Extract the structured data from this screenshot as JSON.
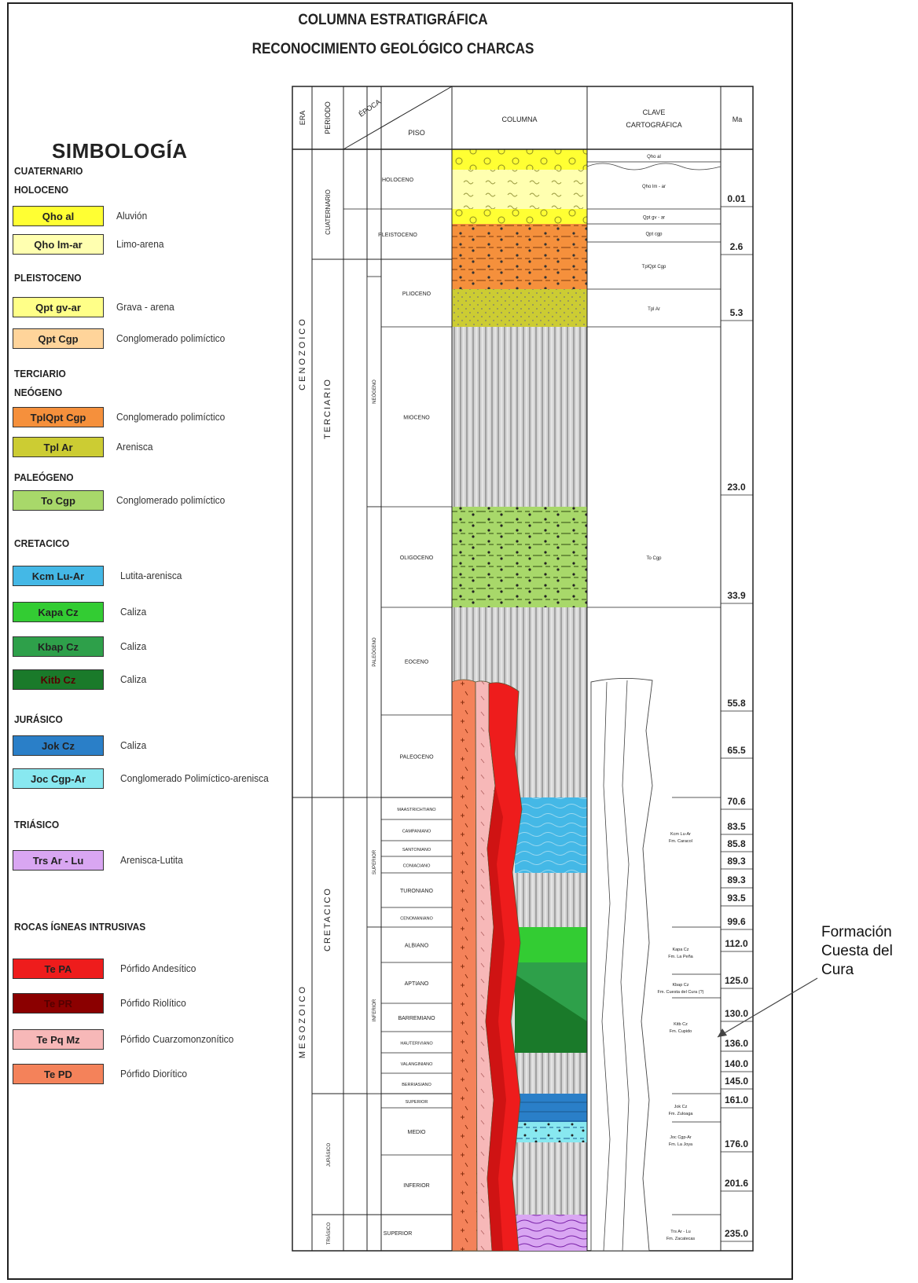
{
  "title": "COLUMNA ESTRATIGRÁFICA",
  "subtitle": "RECONOCIMIENTO GEOLÓGICO CHARCAS",
  "legend": {
    "title": "SIMBOLOGÍA",
    "headings": {
      "cuaternario": "CUATERNARIO",
      "holoceno": "HOLOCENO",
      "pleistoceno": "PLEISTOCENO",
      "terciario": "TERCIARIO",
      "neogeno": "NEÓGENO",
      "paleogeno": "PALEÓGENO",
      "cretacico": "CRETACICO",
      "jurasico": "JURÁSICO",
      "triasico": "TRIÁSICO",
      "igneas": "ROCAS ÍGNEAS INTRUSIVAS"
    },
    "items": [
      {
        "code": "Qho al",
        "desc": "Aluvión",
        "color": "#ffff33"
      },
      {
        "code": "Qho lm-ar",
        "desc": "Limo-arena",
        "color": "#ffffb0"
      },
      {
        "code": "Qpt gv-ar",
        "desc": "Grava - arena",
        "color": "#ffff88"
      },
      {
        "code": "Qpt Cgp",
        "desc": "Conglomerado polimíctico",
        "color": "#ffd49a"
      },
      {
        "code": "TplQpt Cgp",
        "desc": "Conglomerado polimíctico",
        "color": "#f5903c"
      },
      {
        "code": "Tpl Ar",
        "desc": "Arenisca",
        "color": "#cccc33"
      },
      {
        "code": "To Cgp",
        "desc": "Conglomerado polimíctico",
        "color": "#a8d86a"
      },
      {
        "code": "Kcm Lu-Ar",
        "desc": "Lutita-arenisca",
        "color": "#44b8e6"
      },
      {
        "code": "Kapa Cz",
        "desc": "Caliza",
        "color": "#33cc33"
      },
      {
        "code": "Kbap Cz",
        "desc": "Caliza",
        "color": "#2ea04a"
      },
      {
        "code": "Kitb Cz",
        "desc": "Caliza",
        "color": "#1a7a2a"
      },
      {
        "code": "Jok Cz",
        "desc": "Caliza",
        "color": "#2a7fc8"
      },
      {
        "code": "Joc Cgp-Ar",
        "desc": "Conglomerado Polimíctico-arenisca",
        "color": "#88e8f0"
      },
      {
        "code": "Trs Ar - Lu",
        "desc": "Arenisca-Lutita",
        "color": "#d9a6f2"
      },
      {
        "code": "Te PA",
        "desc": "Pórfido Andesítico",
        "color": "#ee1c1c"
      },
      {
        "code": "Te PR",
        "desc": "Pórfido Riolítico",
        "color": "#8b0000"
      },
      {
        "code": "Te Pq Mz",
        "desc": "Pórfido Cuarzomonzonítico",
        "color": "#f7b8b8"
      },
      {
        "code": "Te PD",
        "desc": "Pórfido Diorítico",
        "color": "#f4825a"
      }
    ]
  },
  "table": {
    "headers": {
      "era": "ERA",
      "periodo": "PERIODO",
      "epoca": "ÉPOCA",
      "piso": "PISO",
      "columna": "COLUMNA",
      "clave": "CLAVE CARTOGRÁFICA",
      "ma": "Ma"
    },
    "eras": [
      "CENOZOICO",
      "MESOZOICO"
    ],
    "periods": [
      "CUATERNARIO",
      "TERCIARIO",
      "CRETACICO",
      "JURÁSICO",
      "TRIÁSICO"
    ],
    "subperiods": [
      "NEÓGENO",
      "PALEÓGENO",
      "SUPERIOR",
      "INFERIOR"
    ],
    "pisos": [
      "HOLOCENO",
      "PLEISTOCENO",
      "PLIOCENO",
      "MIOCENO",
      "OLIGOCENO",
      "EOCENO",
      "PALEOCENO",
      "MAASTRICHTIANO",
      "CAMPANIANO",
      "SANTONIANO",
      "CONIACIANO",
      "TURONIANO",
      "CENOMANIANO",
      "ALBIANO",
      "APTIANO",
      "BARREMIANO",
      "HAUTERIVIANO",
      "VALANGINIANO",
      "BERRIASIANO",
      "SUPERIOR",
      "MEDIO",
      "INFERIOR",
      "SUPERIOR"
    ],
    "keys": [
      "Qho al",
      "Qho lm - ar",
      "Qpt gv - ar",
      "Qpt cgp",
      "TplQpt Cgp",
      "Tpl Ar",
      "To Cgp",
      "Kcm Lu-Ar Fm. Caracol",
      "Kapa Cz Fm. La Peña",
      "Kbap Cz Fm. Cuesta del Cura (?)",
      "Kitb Cz Fm. Cupido",
      "Jok Cz Fm. Zuloaga",
      "Joc Cgp-Ar Fm. La Joya",
      "Trs Ar - Lu Fm. Zacatecas"
    ],
    "ages": [
      "0.01",
      "2.6",
      "5.3",
      "23.0",
      "33.9",
      "55.8",
      "65.5",
      "70.6",
      "83.5",
      "85.8",
      "89.3",
      "89.3",
      "93.5",
      "99.6",
      "112.0",
      "125.0",
      "130.0",
      "136.0",
      "140.0",
      "145.0",
      "161.0",
      "176.0",
      "201.6",
      "235.0"
    ]
  },
  "annotation": {
    "line1": "Formación",
    "line2": "Cuesta del",
    "line3": "Cura"
  }
}
